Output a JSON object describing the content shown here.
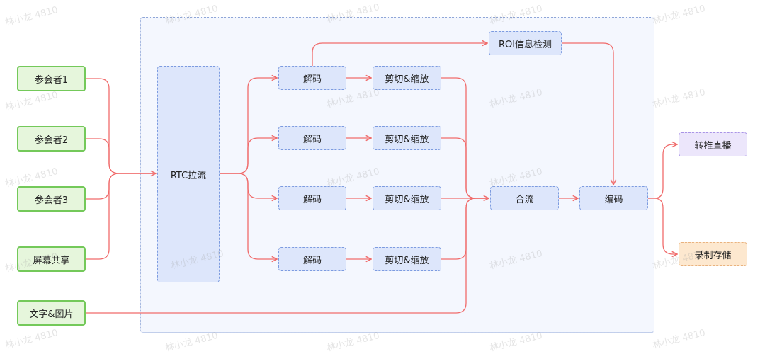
{
  "nodes": {
    "p1": "参会者1",
    "p2": "参会者2",
    "p3": "参会者3",
    "screen": "屏幕共享",
    "text_img": "文字&图片",
    "rtc": "RTC拉流",
    "dec1": "解码",
    "dec2": "解码",
    "dec3": "解码",
    "dec4": "解码",
    "crop1": "剪切&缩放",
    "crop2": "剪切&缩放",
    "crop3": "剪切&缩放",
    "crop4": "剪切&缩放",
    "roi": "ROI信息检测",
    "merge": "合流",
    "encode": "编码",
    "push": "转推直播",
    "record": "录制存储"
  },
  "watermark": "林小龙 4810",
  "colors": {
    "edge": "#f06b6b",
    "input_border": "#74c95a",
    "process_border": "#7c9be0",
    "push_border": "#a994e6",
    "record_border": "#e9b27e"
  }
}
